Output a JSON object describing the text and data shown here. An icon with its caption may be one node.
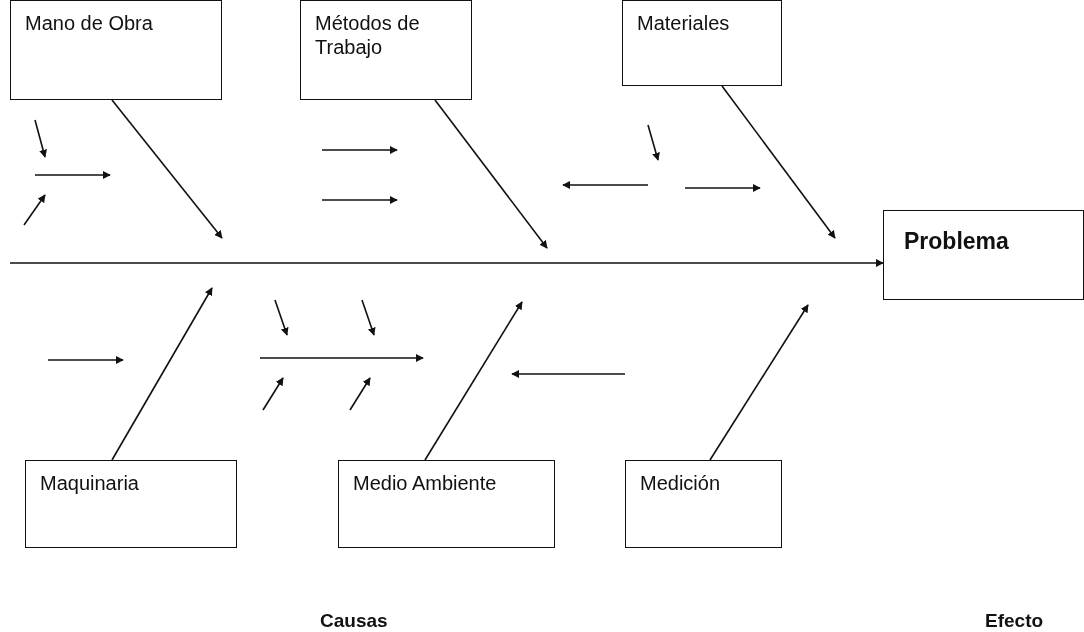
{
  "diagram": {
    "nodes": [
      {
        "text": [
          "Mano de Obra"
        ]
      },
      {
        "text": [
          "Métodos de Trabajo"
        ]
      },
      {
        "text": [
          "Materiales"
        ]
      },
      {
        "text": [
          "Problema"
        ]
      },
      {
        "text": [
          "Maquinaria"
        ]
      },
      {
        "text": [
          "Medio Ambiente"
        ]
      },
      {
        "text": [
          "Medición"
        ]
      }
    ],
    "edges": [
      {
        "from": null,
        "to": 3,
        "arrow": "to"
      },
      {
        "from": 0,
        "to": null,
        "arrow": "to"
      },
      {
        "from": 1,
        "to": null,
        "arrow": "to"
      },
      {
        "from": 2,
        "to": null,
        "arrow": "to"
      },
      {
        "from": 4,
        "to": null,
        "arrow": "to"
      },
      {
        "from": 5,
        "to": null,
        "arrow": "to"
      },
      {
        "from": 6,
        "to": null,
        "arrow": "to"
      }
    ],
    "labels": [
      "Causas",
      "Efecto"
    ]
  }
}
